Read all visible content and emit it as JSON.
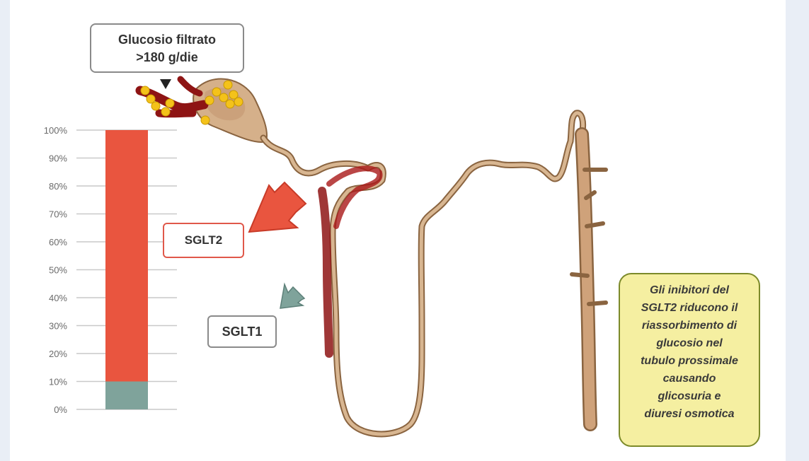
{
  "filtered_glucose": {
    "line1": "Glucosio filtrato",
    "line2": ">180 g/die"
  },
  "labels": {
    "sglt2": "SGLT2",
    "sglt1": "SGLT1"
  },
  "info_box": {
    "lines": [
      "Gli inibitori del",
      "SGLT2 riducono il",
      "riassorbimento di",
      "glucosio nel",
      "tubulo prossimale",
      "causando",
      "glicosuria e",
      "diuresi osmotica"
    ]
  },
  "colors": {
    "sglt2": "#e9553f",
    "sglt1": "#7fa39b",
    "tubule": "#c9a684",
    "tubule_dark": "#8a6440",
    "blood": "#8e1414",
    "glucose": "#f4c21a",
    "info_bg": "#f5efa1"
  },
  "chart_data": {
    "type": "bar",
    "categories": [
      ""
    ],
    "series": [
      {
        "values": [
          10
        ]
      },
      {
        "values": [
          90
        ]
      }
    ],
    "stacked": true,
    "ylim": [
      0,
      100
    ],
    "yticks": [
      "0%",
      "10%",
      "20%",
      "30%",
      "40%",
      "50%",
      "60%",
      "70%",
      "80%",
      "90%",
      "100%"
    ]
  }
}
